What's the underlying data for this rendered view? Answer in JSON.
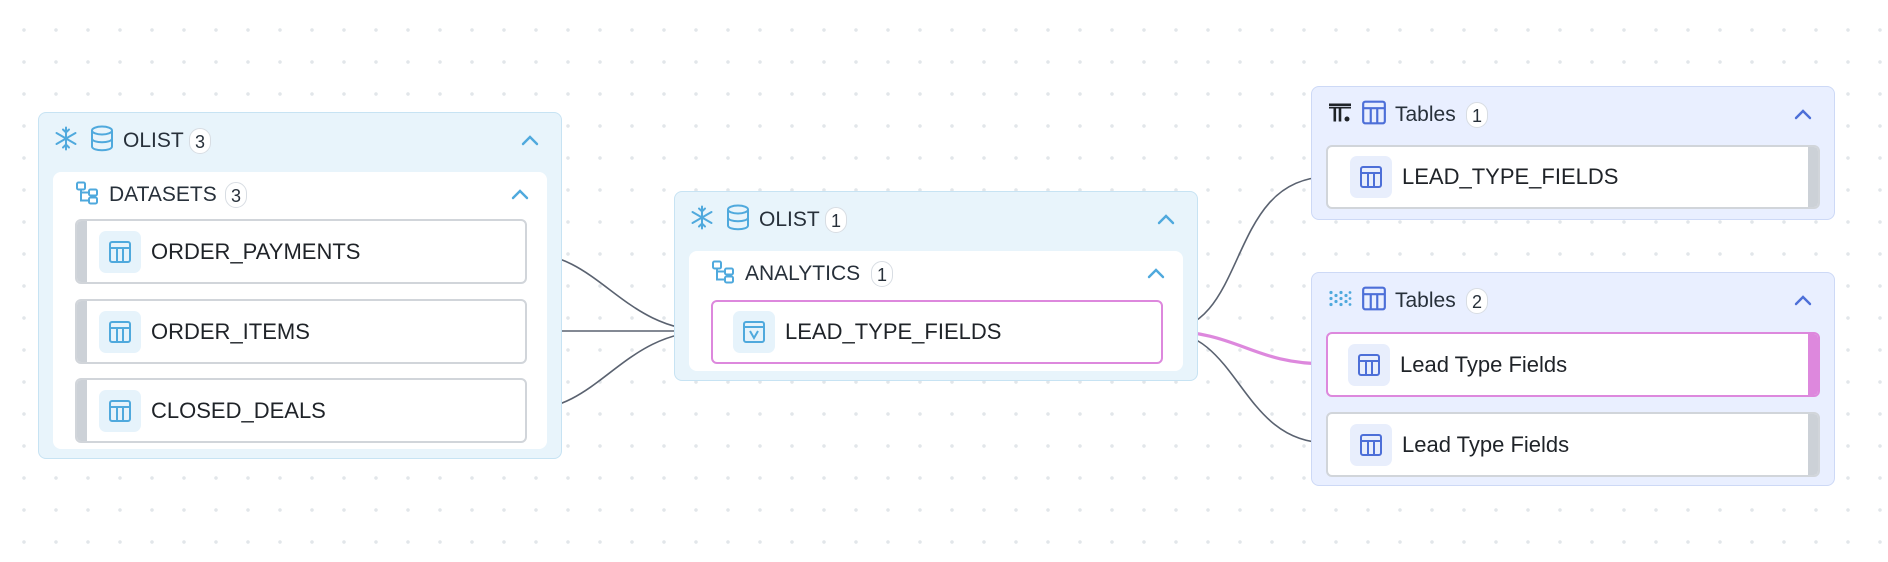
{
  "colors": {
    "blue_icon": "#4fa9dd",
    "indigo_icon": "#4d6fd8",
    "highlight": "#dd88dd",
    "edge": "#5a6270"
  },
  "source": {
    "label": "OLIST",
    "count": "3",
    "dataset": {
      "label": "DATASETS",
      "count": "3",
      "items": [
        {
          "label": "ORDER_PAYMENTS",
          "icon": "table-icon"
        },
        {
          "label": "ORDER_ITEMS",
          "icon": "table-icon"
        },
        {
          "label": "CLOSED_DEALS",
          "icon": "table-icon"
        }
      ]
    }
  },
  "middle": {
    "label": "OLIST",
    "count": "1",
    "schema": {
      "label": "ANALYTICS",
      "count": "1",
      "items": [
        {
          "label": "LEAD_TYPE_FIELDS",
          "icon": "view-icon"
        }
      ]
    }
  },
  "targets": [
    {
      "label": "Tables",
      "count": "1",
      "items": [
        {
          "label": "LEAD_TYPE_FIELDS",
          "icon": "table-icon"
        }
      ]
    },
    {
      "label": "Tables",
      "count": "2",
      "items": [
        {
          "label": "Lead Type Fields",
          "icon": "table-icon",
          "selected": true
        },
        {
          "label": "Lead Type Fields",
          "icon": "table-icon"
        }
      ]
    }
  ]
}
